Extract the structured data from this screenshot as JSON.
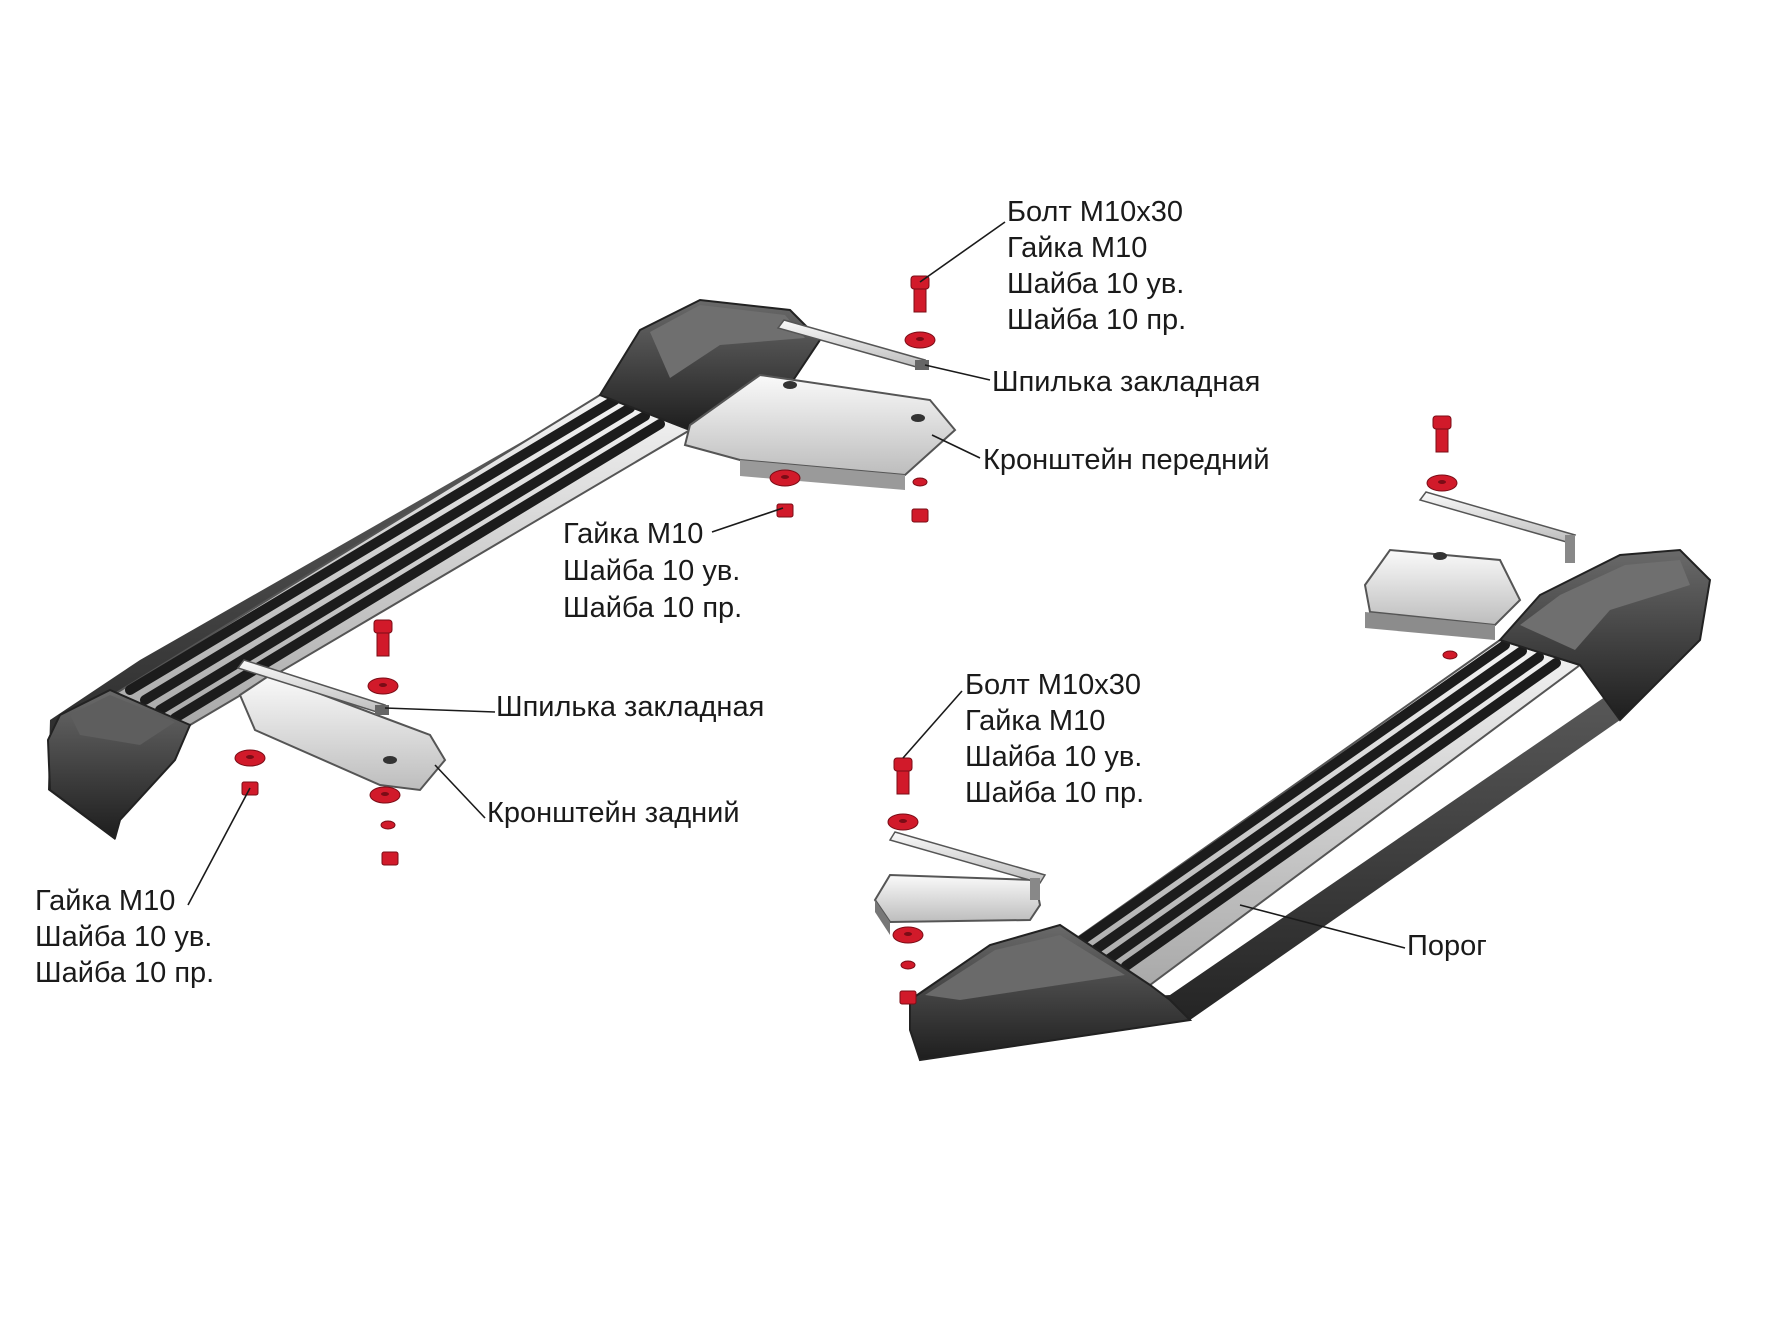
{
  "colors": {
    "hardware": "#d11a2a",
    "hardware_dark": "#7a0c16",
    "step_dark": "#2b2b2b",
    "step_mid": "#555555",
    "aluminium": "#d8d8d8",
    "bracket": "#e9e9e9"
  },
  "labels": {
    "top_fasteners": [
      "Болт М10х30",
      "Гайка М10",
      "Шайба 10 ув.",
      "Шайба 10 пр."
    ],
    "stud_front": "Шпилька закладная",
    "bracket_front": "Кронштейн передний",
    "mid_fasteners": [
      "Гайка М10",
      "Шайба 10 ув.",
      "Шайба 10 пр."
    ],
    "stud_rear": "Шпилька закладная",
    "bracket_rear": "Кронштейн задний",
    "bottom_fasteners": [
      "Гайка М10",
      "Шайба 10 ув.",
      "Шайба 10 пр."
    ],
    "right_fasteners": [
      "Болт М10х30",
      "Гайка М10",
      "Шайба 10 ув.",
      "Шайба 10 пр."
    ],
    "step": "Порог"
  }
}
